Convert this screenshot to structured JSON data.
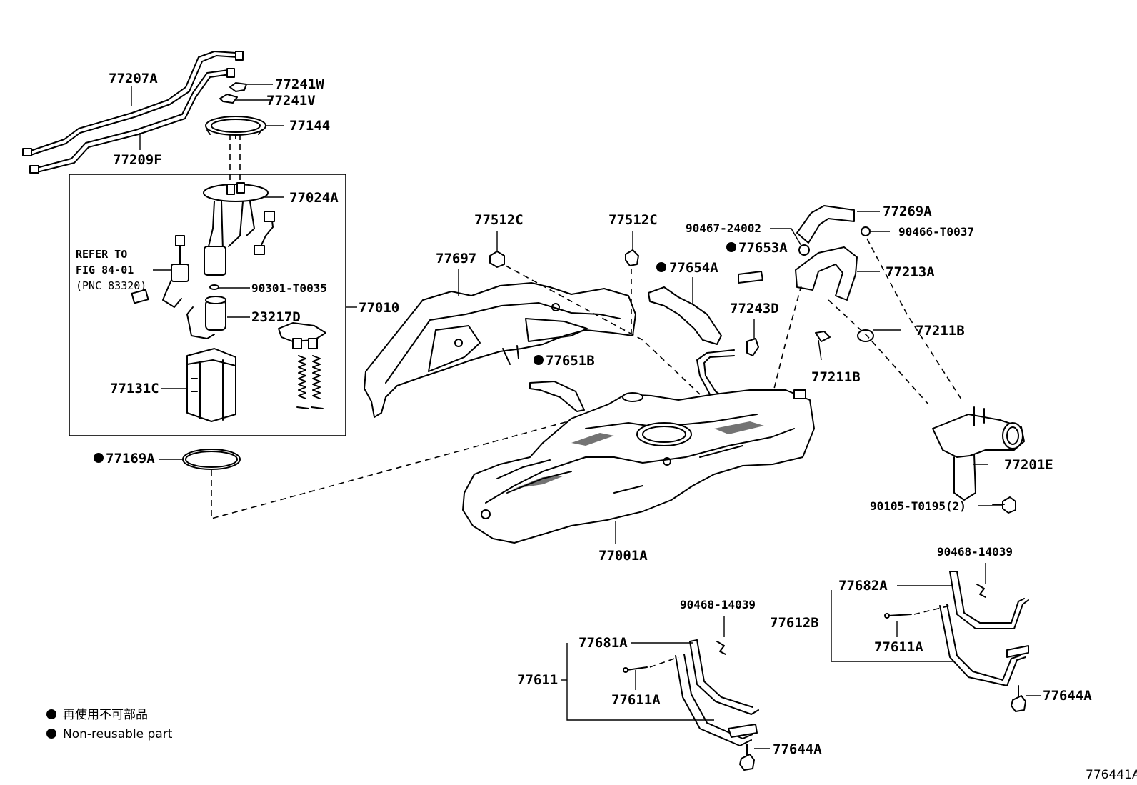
{
  "diagram": {
    "figure_code": "776441A",
    "refer": {
      "line1": "REFER TO",
      "line2": "FIG 84-01",
      "line3": "(PNC 83320)"
    },
    "legend": [
      {
        "marker": "filled-circle",
        "text": "再使用不可部品"
      },
      {
        "marker": "filled-circle",
        "text": "Non-reusable part"
      }
    ],
    "labels": {
      "p77207A": "77207A",
      "p77209F": "77209F",
      "p77241W": "77241W",
      "p77241V": "77241V",
      "p77144": "77144",
      "p77024A": "77024A",
      "p90301T0035": "90301-T0035",
      "p23217D": "23217D",
      "p77010": "77010",
      "p77131C": "77131C",
      "p77169A": "77169A",
      "p77512C_1": "77512C",
      "p77512C_2": "77512C",
      "p77697": "77697",
      "p77654A": "77654A",
      "p77651B": "77651B",
      "p9046724002": "90467-24002",
      "p77653A": "77653A",
      "p77243D": "77243D",
      "p77269A": "77269A",
      "p90466T0037": "90466-T0037",
      "p77213A": "77213A",
      "p77211B_1": "77211B",
      "p77211B_2": "77211B",
      "p77201E": "77201E",
      "p90105T0195": "90105-T0195(2)",
      "p77001A": "77001A",
      "p9046814039_1": "90468-14039",
      "p9046814039_2": "90468-14039",
      "p77682A": "77682A",
      "p77612B": "77612B",
      "p77611A_1": "77611A",
      "p77611A_2": "77611A",
      "p77644A_1": "77644A",
      "p77644A_2": "77644A",
      "p77681A": "77681A",
      "p77611": "77611"
    }
  }
}
